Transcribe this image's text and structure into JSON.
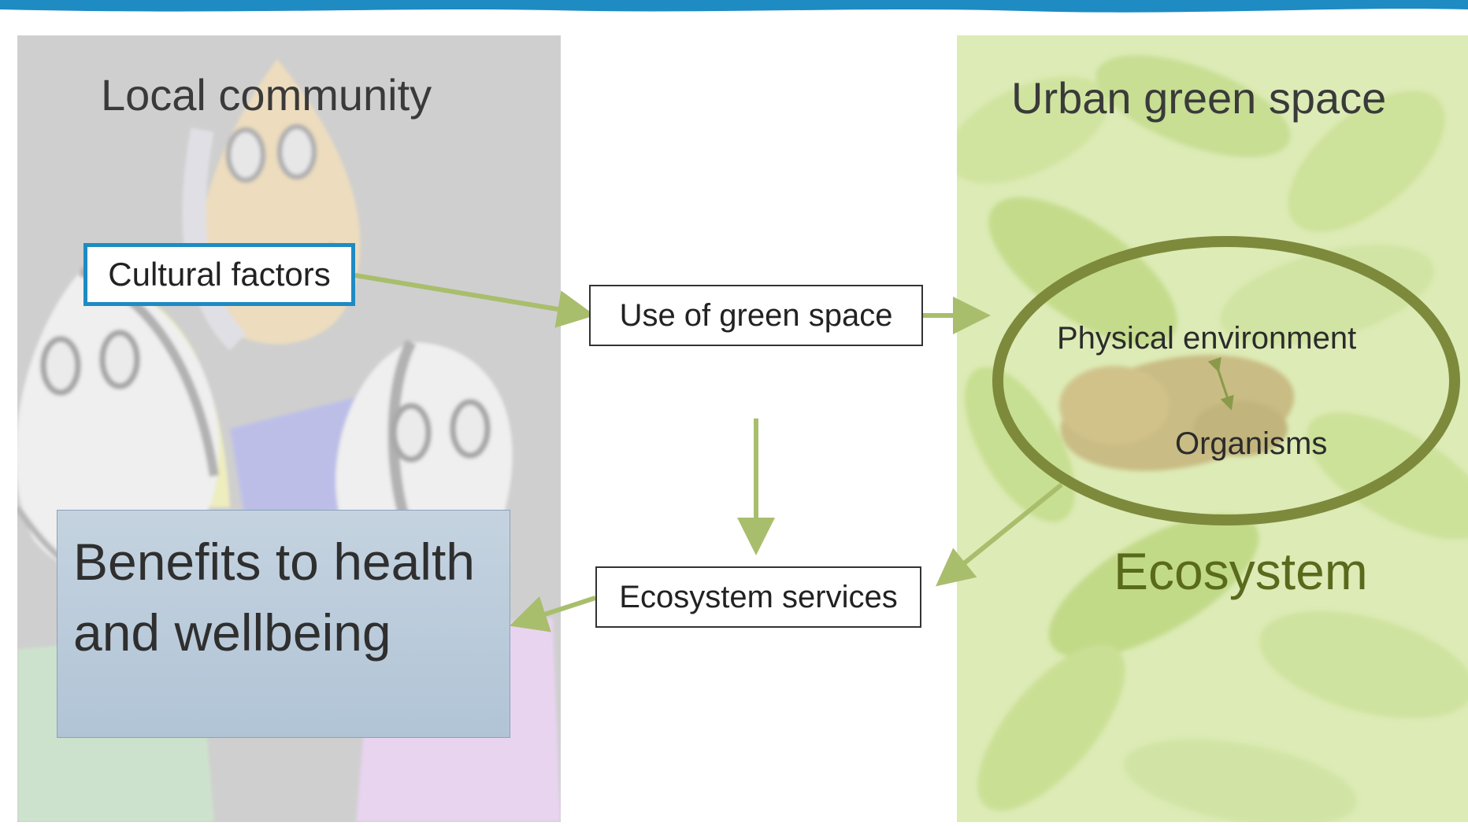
{
  "colors": {
    "header_band": "#1e8bc3",
    "arrow": "#a9be6c",
    "ellipse": "#7d8a3c",
    "cultural_border": "#1e8bc3",
    "benefits_fill": "#bccbdb",
    "ecosystem_text": "#5a6a1c"
  },
  "panels": {
    "left_title": "Local community",
    "right_title": "Urban green space"
  },
  "boxes": {
    "cultural_factors": "Cultural factors",
    "use_of_green_space": "Use of green space",
    "ecosystem_services": "Ecosystem services",
    "benefits": "Benefits to health and wellbeing"
  },
  "ecosystem": {
    "physical_environment": "Physical environment",
    "organisms": "Organisms",
    "label": "Ecosystem"
  },
  "icons": [
    "cartoon-people-illustration",
    "green-leaves-photo",
    "toad-photo"
  ]
}
